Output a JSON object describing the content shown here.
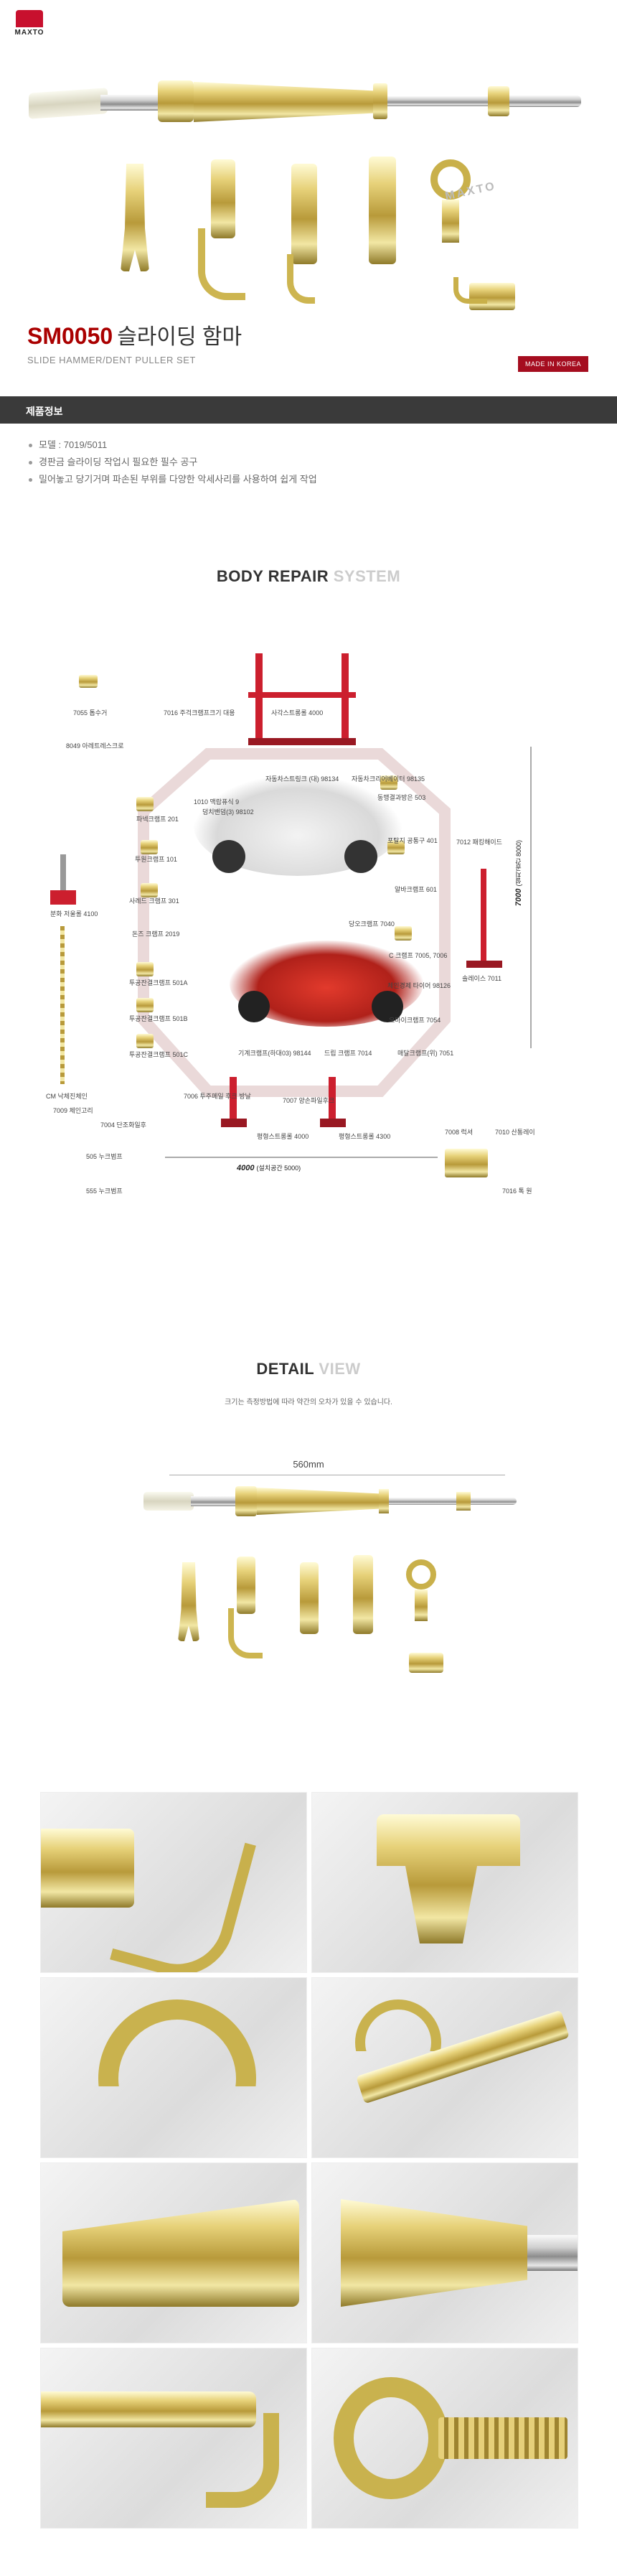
{
  "brand": {
    "logo_text": "MAXTO",
    "watermark": "MAXTO"
  },
  "product": {
    "model": "SM0050",
    "name_ko": "슬라이딩 함마",
    "name_en": "SLIDE HAMMER/DENT PULLER SET",
    "badge": "MADE IN KOREA"
  },
  "info": {
    "section_title": "제품정보",
    "items": [
      "모델 : 7019/5011",
      "경판금 슬라이딩 작업시 필요한 필수 공구",
      "밀어놓고 당기거며 파손된 부위를 다양한 악세사리를 사용하여 쉽게 작업"
    ]
  },
  "body_repair": {
    "title_a": "BODY REPAIR",
    "title_b": "SYSTEM",
    "labels": [
      "7055 톱수거",
      "7016 주걱크램프크기 대용",
      "사각스트롱롤 4000",
      "8049 아레트레스크로",
      "자동차스트링크 (대) 98134",
      "자동차크리어베이터 98135",
      "1010 맥랍퓨식 9",
      "파넥크램프 201",
      "덩치밴덤(3) 98102",
      "동맹결과방은 503",
      "투원크램프 101",
      "포탈지 공통구 401",
      "7012 패킹해이드",
      "사레드 크램프 301",
      "당오크램프 7040",
      "알바크램프 601",
      "분화 저울롤 4100",
      "돈즈 크램프 2019",
      "C 크램프 7005, 7006",
      "투공잔결크램프 501A",
      "체인경제 타이어 98126",
      "솔레이스 7011",
      "투공잔결크램프 501B",
      "오마이크램프 7054",
      "투공잔결크램프 501C",
      "기계크램프(하대03) 98144",
      "드립 크램프 7014",
      "매달크램프(위) 7051",
      "CM 낙체진체인",
      "7006 투주페일 후크 방날",
      "7007 양손파일후크",
      "7004 단조화일후",
      "7009 체인고리",
      "7008 럭셔",
      "7010 산통레이",
      "505 누크범프",
      "555 누크범프",
      "평형스트롱롤 4000",
      "평형스트롱롤 4300",
      "7016 톡 원"
    ],
    "dim_width": "4000",
    "dim_width_note": "(설치공간 5000)",
    "dim_height": "7000",
    "dim_height_note": "(설치공간 8000)"
  },
  "detail": {
    "title_a": "DETAIL",
    "title_b": "VIEW",
    "note": "크기는 측정방법에 따라 약간의 오차가 있을 수 있습니다.",
    "length": "560mm"
  },
  "colors": {
    "accent": "#a00000",
    "badge": "#a50d1f",
    "bar": "#3a3a3a",
    "stand": "#cc1f2e"
  }
}
